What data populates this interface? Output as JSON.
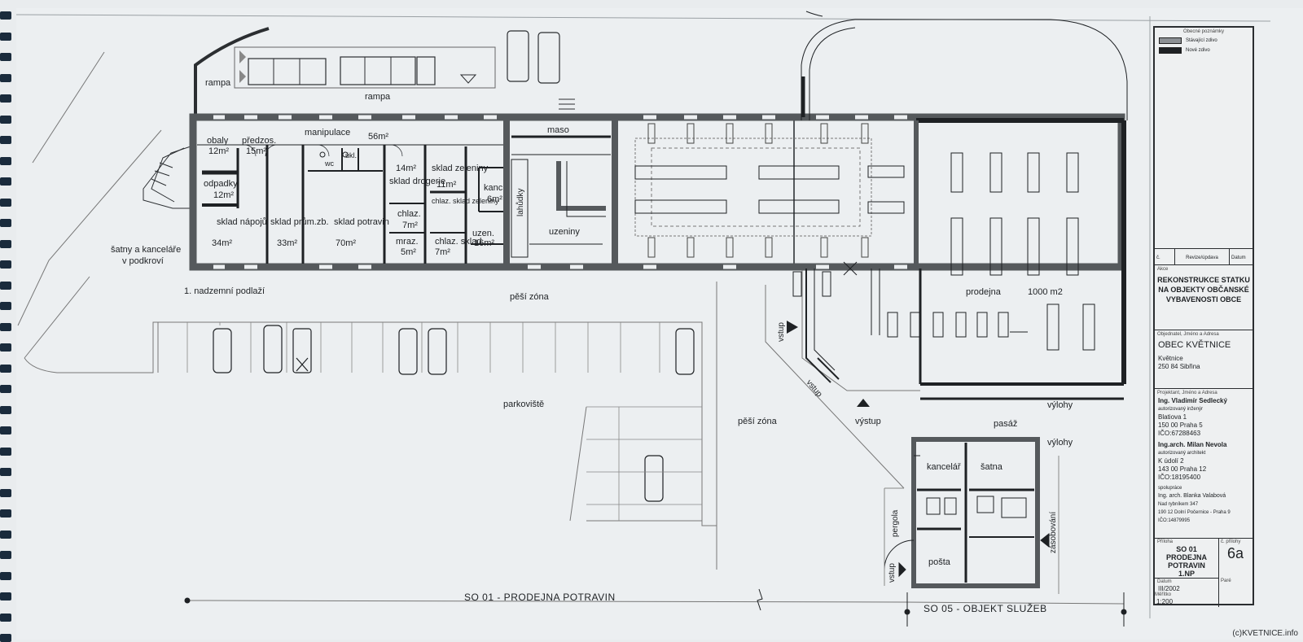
{
  "plan": {
    "rooms": [
      {
        "id": "obaly",
        "name": "obaly",
        "area": "12m²"
      },
      {
        "id": "predzos",
        "name": "předzos.",
        "area": "15m²"
      },
      {
        "id": "manipulace",
        "name": "manipulace",
        "area": "56m²"
      },
      {
        "id": "odpadky",
        "name": "odpadky",
        "area": "12m²"
      },
      {
        "id": "wc",
        "name": "wc",
        "area": ""
      },
      {
        "id": "ukl",
        "name": "úkl.",
        "area": ""
      },
      {
        "id": "sklad-napoju",
        "name": "sklad nápojů",
        "area": "34m²"
      },
      {
        "id": "sklad-prum",
        "name": "sklad prům.zb.",
        "area": "33m²"
      },
      {
        "id": "sklad-potravin",
        "name": "sklad potravin",
        "area": "70m²"
      },
      {
        "id": "sklad-drogerie",
        "name": "sklad drogerie",
        "area": "14m²"
      },
      {
        "id": "sklad-zeleniny",
        "name": "sklad zeleniny",
        "area": "11m²"
      },
      {
        "id": "chlaz-sklad-zeleniny",
        "name": "chlaz. sklad zeleniny",
        "area": ""
      },
      {
        "id": "chlaz",
        "name": "chlaz.",
        "area": "7m²"
      },
      {
        "id": "mraz",
        "name": "mraz.",
        "area": "5m²"
      },
      {
        "id": "chlaz-sklad",
        "name": "chlaz. sklad",
        "area": "7m²"
      },
      {
        "id": "kanc",
        "name": "kanc",
        "area": "6m²"
      },
      {
        "id": "uzen-small",
        "name": "uzen.",
        "area": "16m²"
      },
      {
        "id": "maso",
        "name": "maso",
        "area": ""
      },
      {
        "id": "lahudky",
        "name": "lahůdky",
        "area": ""
      },
      {
        "id": "uzeniny",
        "name": "uzeniny",
        "area": ""
      },
      {
        "id": "prodejna",
        "name": "prodejna",
        "area": "1000 m2"
      }
    ],
    "labels": {
      "rampa_top": "rampa",
      "rampa_left": "rampa",
      "satny": "šatny a kanceláře",
      "podkrovi": "v podkroví",
      "nadzemni": "1. nadzemní podlaží",
      "pesi_zona_top": "pěší zóna",
      "pesi_zona_bottom": "pěší zóna",
      "parkoviste": "parkoviště",
      "vstup_left": "vstup",
      "vstup_diag": "vstup",
      "vystup": "výstup",
      "vyklohy_1": "výlohy",
      "vyklohy_2": "výlohy",
      "pasaz": "pasáž",
      "kancelar": "kancelář",
      "satna": "šatna",
      "posta": "pošta",
      "pergola": "pergola",
      "vstup_bottom": "vstup",
      "zasobovani": "zásobování",
      "so01": "SO 01 - PRODEJNA POTRAVIN",
      "so05": "SO 05 - OBJEKT SLUŽEB"
    },
    "colors": {
      "paper": "#e9ecee",
      "ink": "#1e2124",
      "wall": "#55595c"
    }
  },
  "titleblock": {
    "legend_title": "Obecné poznámky",
    "legend_existing": "Stávající zdivo",
    "legend_new": "Nové zdivo",
    "rev_col1": "č.",
    "rev_col2": "Revize/úpdava",
    "rev_col3": "Datum",
    "akce_label": "Akce",
    "akce": "REKONSTRUKCE STATKU NA OBJEKTY OBČANSKÉ VYBAVENOSTI OBCE",
    "investor_label": "Objednatel, Jméno a Adresa",
    "investor": "OBEC KVĚTNICE",
    "investor_addr1": "Květnice",
    "investor_addr2": "250 84 Sibřina",
    "projektant_label": "Projektant, Jméno a Adresa",
    "p1_name": "Ing. Vladimír Sedlecký",
    "p1_role": "autorizovaný inženýr",
    "p1_a1": "Blatiova 1",
    "p1_a2": "150 00 Praha 5",
    "p1_a3": "IČO:67288463",
    "p2_name": "Ing.arch. Milan Nevola",
    "p2_role": "autorizovaný architekt",
    "p2_a1": "K údolí 2",
    "p2_a2": "143 00 Praha 12",
    "p2_a3": "IČO:18195400",
    "p3_label": "spolupráce",
    "p3_name": "Ing. arch. Blanka Valabová",
    "p3_a1": "Nad rybníkem 347",
    "p3_a2": "190 12 Dolní Počernice - Praha 9",
    "p3_a3": "IČO:14879995",
    "drawing_label": "Příloha",
    "drawing_code": "SO 01",
    "drawing_name1": "PRODEJNA",
    "drawing_name2": "POTRAVIN",
    "drawing_name3": "1.NP",
    "sheet_label": "č. přílohy",
    "sheet_no": "6a",
    "date_label": "Datum",
    "date": "III/2002",
    "scale_label": "Měřítko",
    "scale": "1:200",
    "part_label": "Paré"
  },
  "watermark": "(c)KVETNICE.info"
}
